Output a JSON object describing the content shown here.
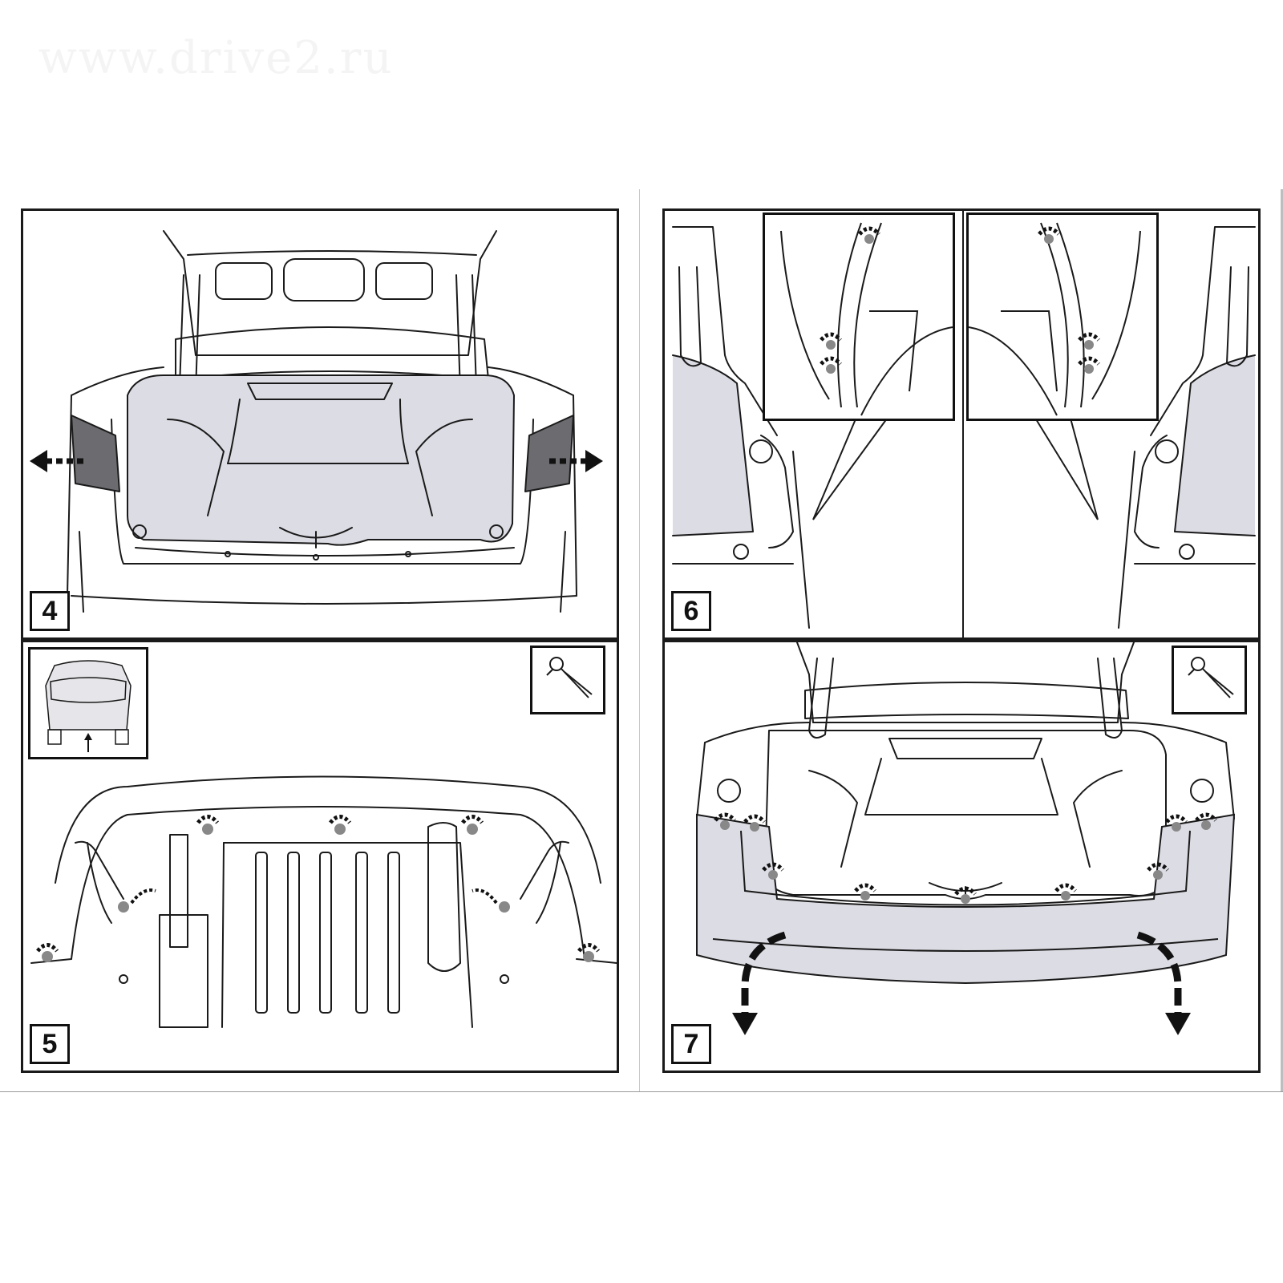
{
  "page": {
    "watermark": "www.drive2.ru"
  },
  "steps": [
    {
      "label": "4",
      "icons": [
        "trunk-open-icon",
        "side-bracket-release-arrow-left-icon",
        "side-bracket-release-arrow-right-icon"
      ]
    },
    {
      "label": "5",
      "icons": [
        "ratchet-wrench-icon",
        "car-rear-view-inset-icon",
        "clip-remove-icon",
        "bolt-unscrew-icon"
      ]
    },
    {
      "label": "6",
      "icons": [
        "bolt-unscrew-icon",
        "zoom-callout-icon"
      ]
    },
    {
      "label": "7",
      "icons": [
        "ratchet-wrench-icon",
        "bumper-pull-down-arrow-icon",
        "bolt-unscrew-icon"
      ]
    }
  ],
  "colors": {
    "line": "#1a1a1a",
    "trunk_fill": "#dcdce4",
    "bracket_fill": "#6b6b70",
    "bumper_fill": "#dcdce4"
  }
}
